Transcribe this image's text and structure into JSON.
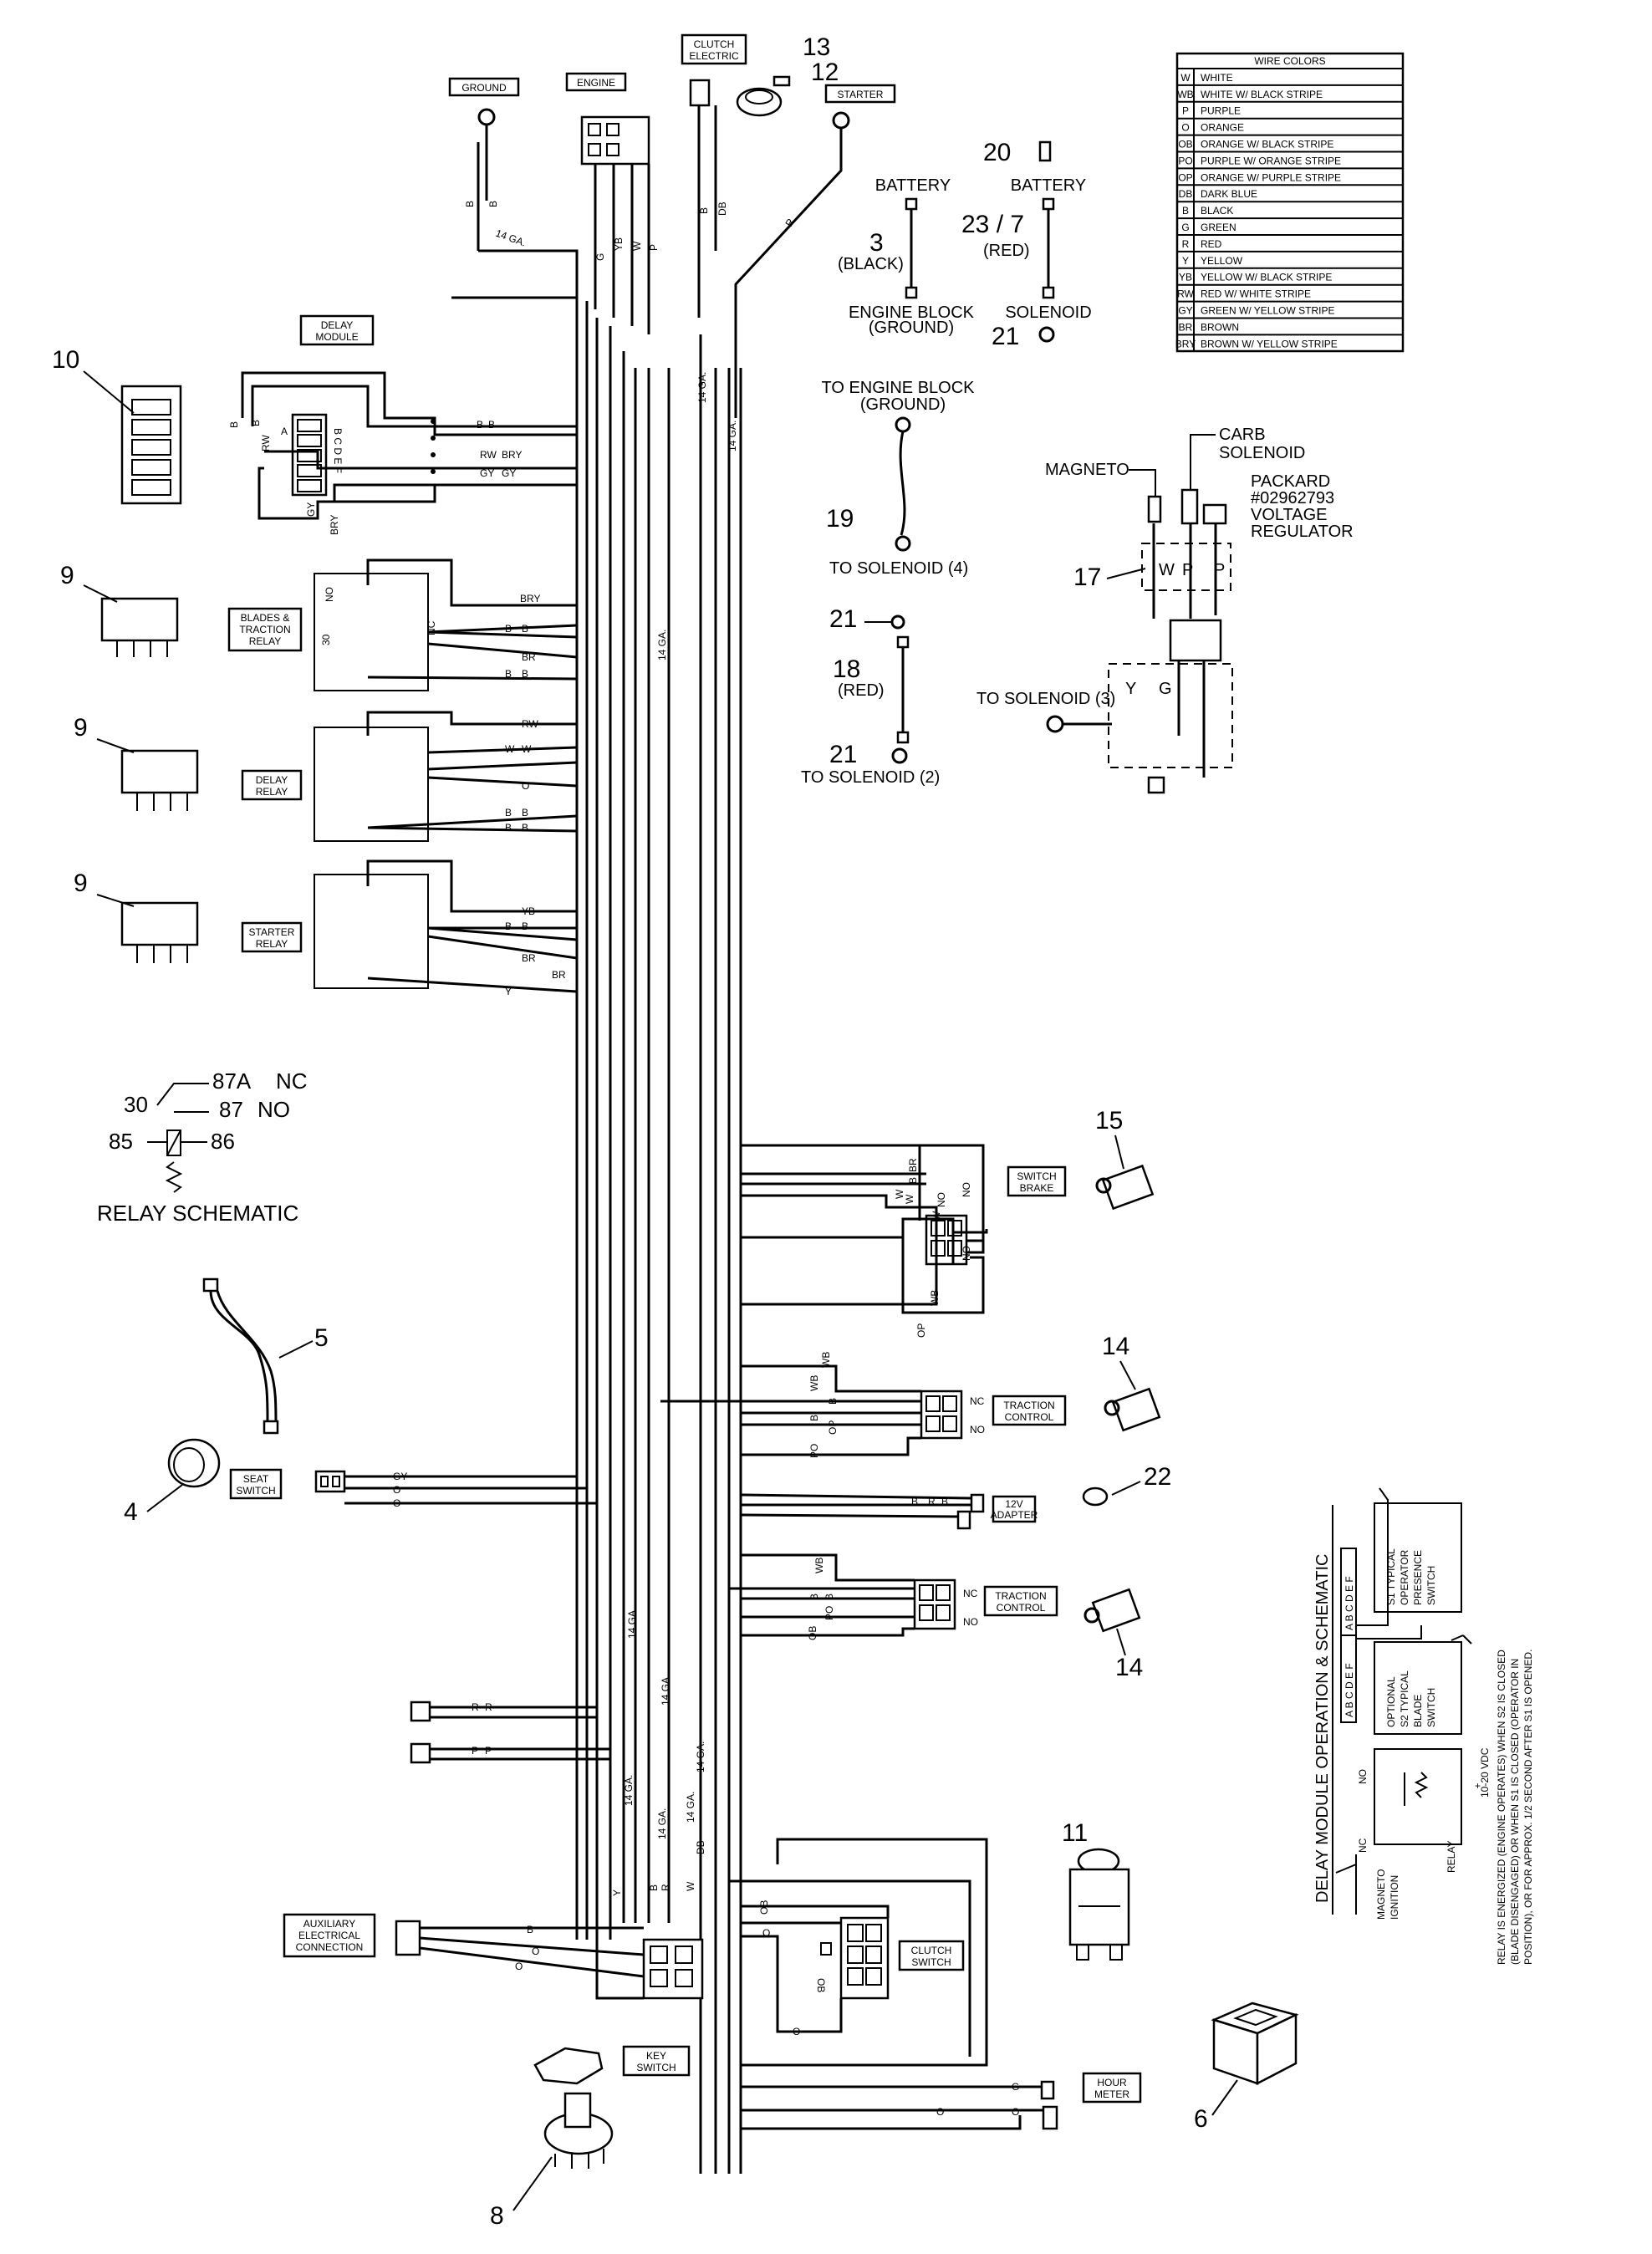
{
  "wire_colors": {
    "header": "WIRE COLORS",
    "rows": [
      {
        "code": "W",
        "name": "WHITE"
      },
      {
        "code": "WB",
        "name": "WHITE W/ BLACK STRIPE"
      },
      {
        "code": "P",
        "name": "PURPLE"
      },
      {
        "code": "O",
        "name": "ORANGE"
      },
      {
        "code": "OB",
        "name": "ORANGE W/ BLACK STRIPE"
      },
      {
        "code": "PO",
        "name": "PURPLE W/ ORANGE STRIPE"
      },
      {
        "code": "OP",
        "name": "ORANGE W/ PURPLE STRIPE"
      },
      {
        "code": "DB",
        "name": "DARK BLUE"
      },
      {
        "code": "B",
        "name": "BLACK"
      },
      {
        "code": "G",
        "name": "GREEN"
      },
      {
        "code": "R",
        "name": "RED"
      },
      {
        "code": "Y",
        "name": "YELLOW"
      },
      {
        "code": "YB",
        "name": "YELLOW W/ BLACK STRIPE"
      },
      {
        "code": "RW",
        "name": "RED W/ WHITE STRIPE"
      },
      {
        "code": "GY",
        "name": "GREEN W/ YELLOW STRIPE"
      },
      {
        "code": "BR",
        "name": "BROWN"
      },
      {
        "code": "BRY",
        "name": "BROWN W/ YELLOW STRIPE"
      }
    ]
  },
  "boxes": {
    "ground": "GROUND",
    "engine": "ENGINE",
    "clutch_electric_1": "CLUTCH",
    "clutch_electric_2": "ELECTRIC",
    "starter": "STARTER",
    "delay_module_1": "DELAY",
    "delay_module_2": "MODULE",
    "blades_relay_1": "BLADES &",
    "blades_relay_2": "TRACTION",
    "blades_relay_3": "RELAY",
    "delay_relay_1": "DELAY",
    "delay_relay_2": "RELAY",
    "starter_relay_1": "STARTER",
    "starter_relay_2": "RELAY",
    "switch_brake_1": "SWITCH",
    "switch_brake_2": "BRAKE",
    "traction_1a": "TRACTION",
    "traction_1b": "CONTROL",
    "traction_2a": "TRACTION",
    "traction_2b": "CONTROL",
    "seat_1": "SEAT",
    "seat_2": "SWITCH",
    "adapter_1": "12V",
    "adapter_2": "ADAPTER",
    "aux_1": "AUXILIARY",
    "aux_2": "ELECTRICAL",
    "aux_3": "CONNECTION",
    "clutch_switch_1": "CLUTCH",
    "clutch_switch_2": "SWITCH",
    "key_1": "KEY",
    "key_2": "SWITCH",
    "hour_1": "HOUR",
    "hour_2": "METER"
  },
  "callouts": {
    "n13": "13",
    "n12": "12",
    "n20": "20",
    "n3": "3",
    "n23_7": "23 / 7",
    "n21a": "21",
    "n10": "10",
    "n19": "19",
    "n21b": "21",
    "n18": "18",
    "n21c": "21",
    "n17": "17",
    "n9a": "9",
    "n9b": "9",
    "n9c": "9",
    "n15": "15",
    "n14a": "14",
    "n14b": "14",
    "n5": "5",
    "n4": "4",
    "n22": "22",
    "n11": "11",
    "n8": "8",
    "n6": "6"
  },
  "battery": {
    "battery_left": "BATTERY",
    "black": "(BLACK)",
    "engine_block": "ENGINE BLOCK",
    "ground": "(GROUND)",
    "battery_right": "BATTERY",
    "red": "(RED)",
    "solenoid": "SOLENOID"
  },
  "cables": {
    "to_engine_block": "TO ENGINE BLOCK",
    "ground": "(GROUND)",
    "to_solenoid_4": "TO SOLENOID (4)",
    "red": "(RED)",
    "to_solenoid_2": "TO SOLENOID (2)"
  },
  "regulator": {
    "magneto": "MAGNETO",
    "carb": "CARB",
    "solenoid": "SOLENOID",
    "packard": "PACKARD",
    "part": "#02962793",
    "voltage": "VOLTAGE",
    "regulator": "REGULATOR",
    "to_solenoid_3": "TO SOLENOID (3)"
  },
  "relay_schematic": {
    "title": "RELAY SCHEMATIC",
    "t87a": "87A",
    "nc": "NC",
    "t30": "30",
    "t87": "87",
    "no": "NO",
    "t85": "85",
    "t86": "86"
  },
  "delay_schematic": {
    "title": "DELAY MODULE OPERATION & SCHEMATIC",
    "pins1": "A B C D E F",
    "pins2": "A B C D E F",
    "s1_1": "S1 TYPICAL",
    "s1_2": "OPERATOR",
    "s1_3": "PRESENCE",
    "s1_4": "SWITCH",
    "s2_1": "OPTIONAL",
    "s2_2": "S2 TYPICAL",
    "s2_3": "BLADE",
    "s2_4": "SWITCH",
    "vdc_1": "10-20 VDC",
    "vdc_2": "+",
    "no": "NO",
    "nc": "NC",
    "relay": "RELAY",
    "magneto": "MAGNETO",
    "ignition": "IGNITION",
    "note_1": "RELAY IS ENERGIZED (ENGINE OPERATES) WHEN S2 IS CLOSED",
    "note_2": "(BLADE DISENGAGED) OR WHEN S1 IS CLOSED (OPERATOR IN",
    "note_3": "POSITION), OR FOR APPROX. 1/2 SECOND AFTER S1 IS OPENED."
  },
  "wire_tags": {
    "ga14": "14 GA.",
    "B": "B",
    "G": "G",
    "YB": "YB",
    "W": "W",
    "P": "P",
    "DB": "DB",
    "R": "R",
    "RW": "RW",
    "GY": "GY",
    "BRY": "BRY",
    "BR": "BR",
    "Y": "Y",
    "O": "O",
    "WB": "WB",
    "OP": "OP",
    "PO": "PO",
    "OB": "OB",
    "NO": "NO",
    "NC": "NC",
    "a": "A",
    "bcdef": "B C D E F",
    "p30": "30",
    "p87": "87",
    "p87a": "87A",
    "p85": "85",
    "p86": "86"
  }
}
